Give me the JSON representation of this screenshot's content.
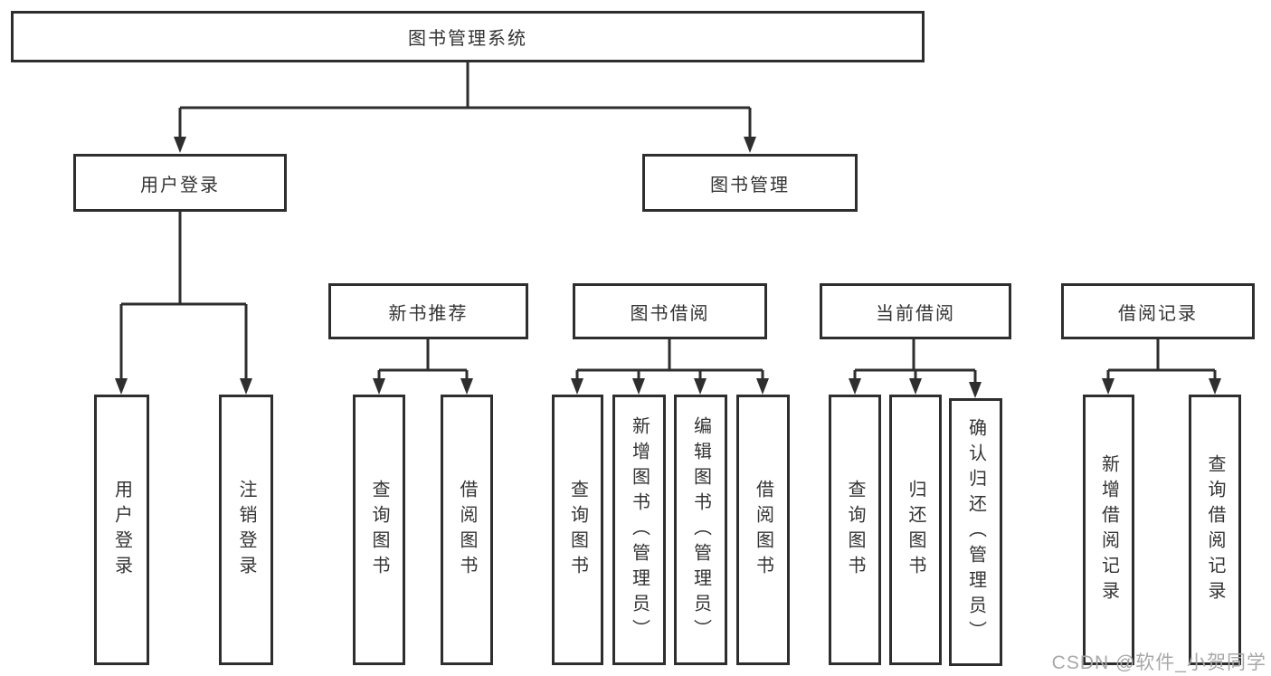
{
  "tree": {
    "root": "图书管理系统",
    "branches": [
      {
        "label": "用户登录",
        "children": [
          "用户登录",
          "注销登录"
        ]
      },
      {
        "label": "图书管理",
        "modules": [
          {
            "label": "新书推荐",
            "children": [
              "查询图书",
              "借阅图书"
            ]
          },
          {
            "label": "图书借阅",
            "children": [
              "查询图书",
              "新增图书（管理员）",
              "编辑图书（管理员）",
              "借阅图书"
            ]
          },
          {
            "label": "当前借阅",
            "children": [
              "查询图书",
              "归还图书",
              "确认归还（管理员）"
            ]
          },
          {
            "label": "借阅记录",
            "children": [
              "新增借阅记录",
              "查询借阅记录"
            ]
          }
        ]
      }
    ]
  },
  "watermark": "CSDN @软件_小贺同学",
  "colors": {
    "line": "#2e2e2e",
    "text": "#333333",
    "background": "#ffffff",
    "watermark": "#a8a8a8"
  }
}
